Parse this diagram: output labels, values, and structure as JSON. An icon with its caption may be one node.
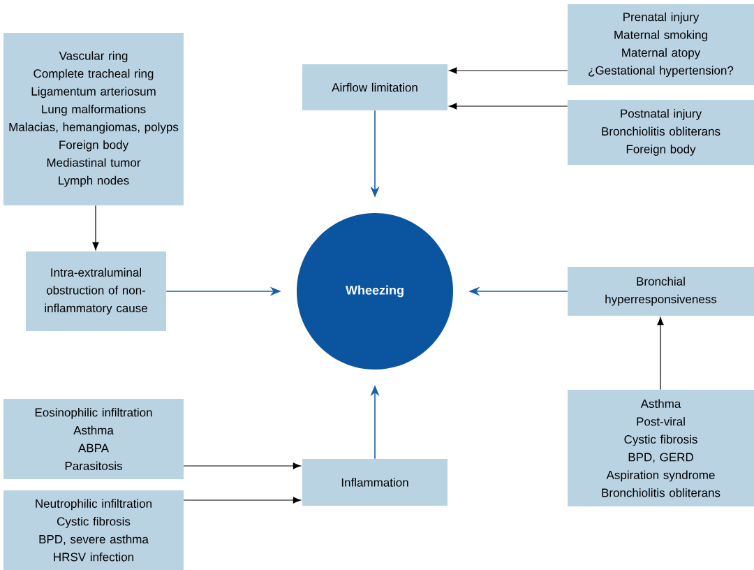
{
  "diagram": {
    "nodes": [
      {
        "text": [
          "Prenatal injury",
          "Maternal smoking",
          "Maternal atopy",
          "¿Gestational hypertension?"
        ]
      },
      {
        "text": [
          "Vascular ring",
          "Complete tracheal ring",
          "Ligamentum arteriosum",
          "Lung malformations",
          "Malacias, hemangiomas, polyps",
          "Foreign body",
          "Mediastinal tumor",
          "Lymph nodes"
        ]
      },
      {
        "text": [
          "Airflow limitation"
        ]
      },
      {
        "text": [
          "Postnatal injury",
          "Bronchiolitis obliterans",
          "Foreign body"
        ]
      },
      {
        "text": [
          "Intra-extraluminal obstruction of non-inflammatory cause"
        ]
      },
      {
        "text": [
          "Wheezing"
        ]
      },
      {
        "text": [
          "Bronchial hyperresponsiveness"
        ]
      },
      {
        "text": [
          "Eosinophilic infiltration",
          "Asthma",
          "ABPA",
          "Parasitosis"
        ]
      },
      {
        "text": [
          "Inflammation"
        ]
      },
      {
        "text": [
          "Neutrophilic infiltration",
          "Cystic fibrosis",
          "BPD, severe asthma",
          "HRSV infection"
        ]
      },
      {
        "text": [
          "Asthma",
          "Post-viral",
          "Cystic fibrosis",
          "BPD, GERD",
          "Aspiration syndrome",
          "Bronchiolitis obliterans"
        ]
      }
    ],
    "edges": [
      {
        "from": 0,
        "to": 2,
        "arrow": "to"
      },
      {
        "from": 3,
        "to": 2,
        "arrow": "to"
      },
      {
        "from": 1,
        "to": 4,
        "arrow": "to"
      },
      {
        "from": 2,
        "to": 5,
        "arrow": "to",
        "color": "#1a5ea8"
      },
      {
        "from": 4,
        "to": 5,
        "arrow": "to",
        "color": "#1a5ea8"
      },
      {
        "from": 6,
        "to": 5,
        "arrow": "to",
        "color": "#1a5ea8"
      },
      {
        "from": 8,
        "to": 5,
        "arrow": "to",
        "color": "#1a5ea8"
      },
      {
        "from": 7,
        "to": 8,
        "arrow": "to"
      },
      {
        "from": 9,
        "to": 8,
        "arrow": "to"
      },
      {
        "from": 10,
        "to": 6,
        "arrow": "to"
      }
    ]
  }
}
